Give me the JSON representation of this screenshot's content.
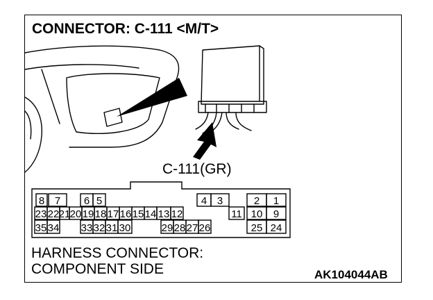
{
  "header": {
    "title": "CONNECTOR: C-111 <M/T>"
  },
  "illustration": {
    "callout_label": "C-111(GR)"
  },
  "connector": {
    "rows": [
      [
        "8",
        "7",
        "",
        "6",
        "5",
        "",
        "",
        "",
        "",
        "4",
        "3",
        "",
        "2",
        "1"
      ],
      [
        "23",
        "22",
        "21",
        "20",
        "19",
        "18",
        "17",
        "16",
        "15",
        "14",
        "13",
        "12",
        "11",
        "10",
        "9"
      ],
      [
        "35",
        "34",
        "",
        "33",
        "32",
        "31",
        "30",
        "",
        "29",
        "28",
        "27",
        "26",
        "",
        "25",
        "24"
      ]
    ]
  },
  "footer": {
    "line1": "HARNESS CONNECTOR:",
    "line2": "COMPONENT SIDE",
    "drawing_code": "AK104044AB"
  }
}
